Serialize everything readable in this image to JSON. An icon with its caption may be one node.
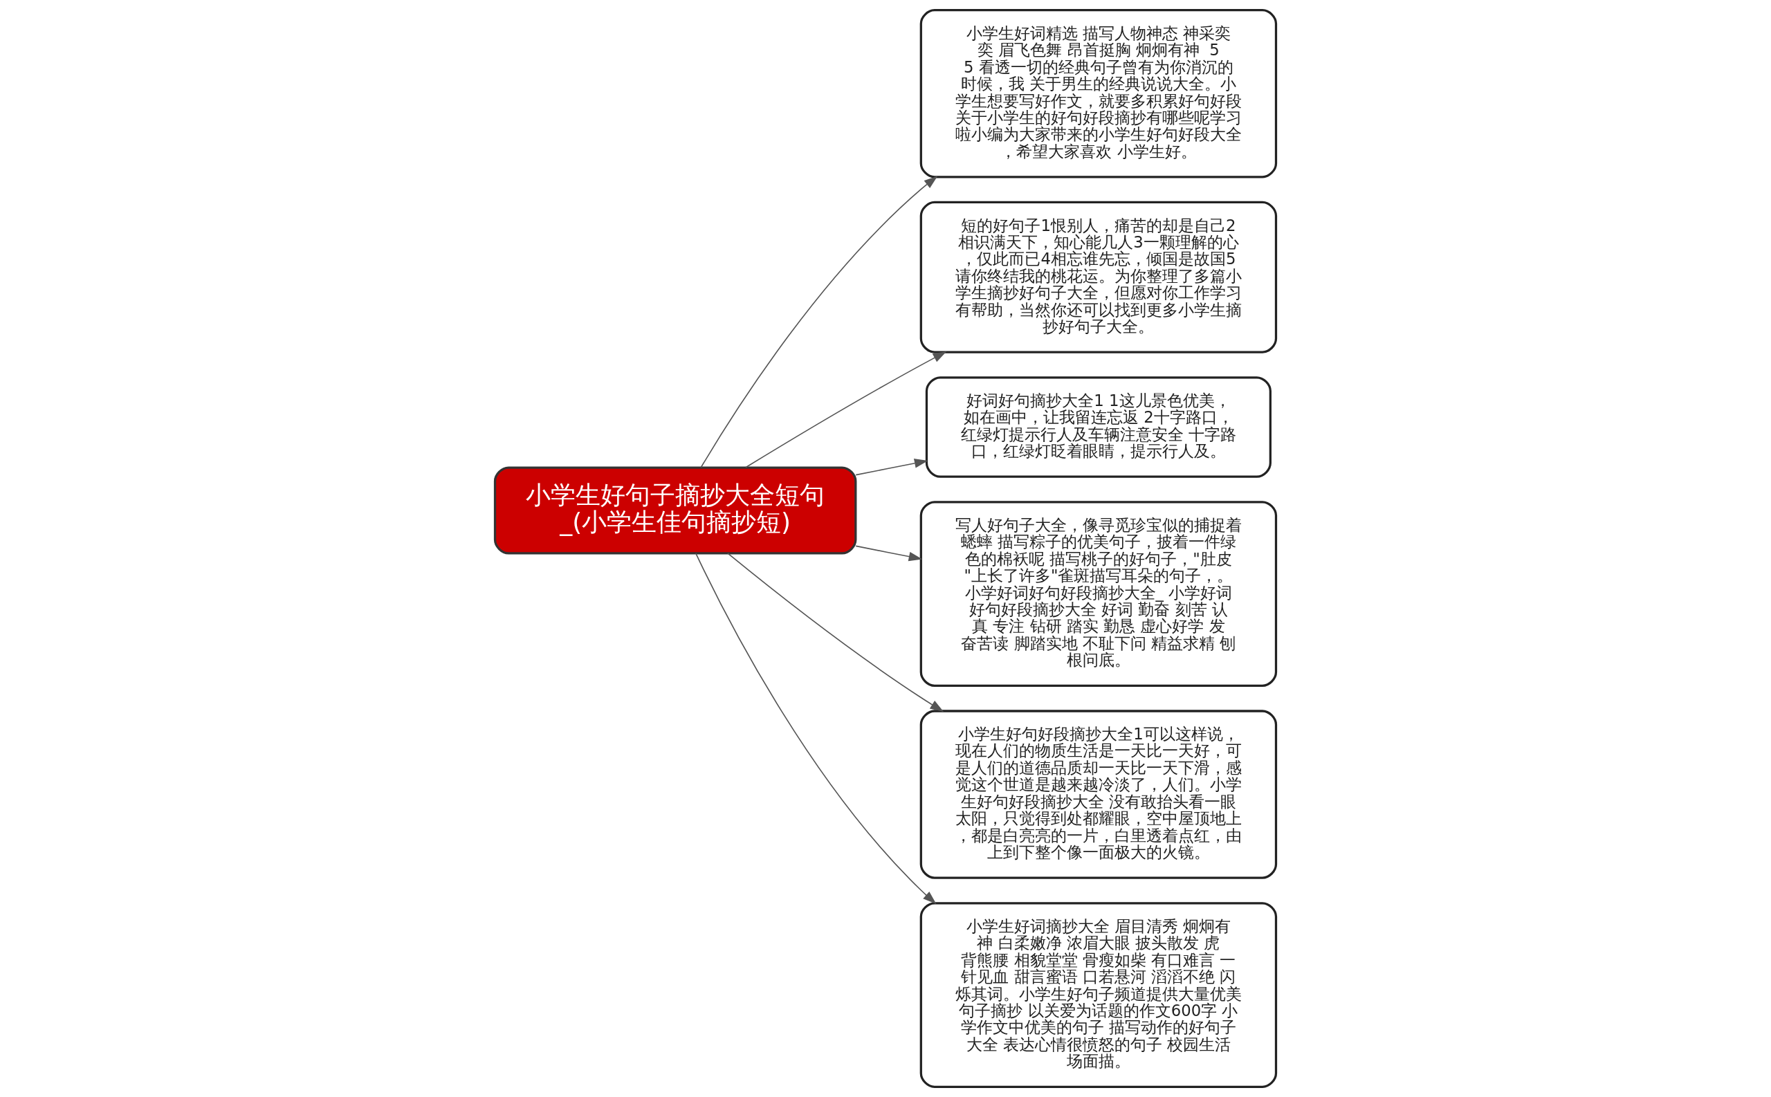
{
  "diagram": {
    "nodes": [
      {
        "text": [
          "小学生好句子摘抄大全短句_(小学生佳句摘抄短)"
        ]
      },
      {
        "text": [
          "小学生好词精选 描写人物神态 神采奕奕 眉飞色舞 昂首挺胸 炯炯有神  55 看透一切的经典句子曾有为你消沉的时候，我 关于男生的经典说说大全。小学生想要写好作文，就要多积累好句好段关于小学生的好句好段摘抄有哪些呢学习啦小编为大家带来的小学生好句好段大全，希望大家喜欢 小学生好。"
        ]
      },
      {
        "text": [
          "短的好句子1恨别人，痛苦的却是自己2相识满天下，知心能几人3一颗理解的心，仅此而已4相忘谁先忘，倾国是故国5请你终结我的桃花运。为你整理了多篇小学生摘抄好句子大全，但愿对你工作学习有帮助，当然你还可以找到更多小学生摘抄好句子大全。"
        ]
      },
      {
        "text": [
          "好词好句摘抄大全1 1这儿景色优美，如在画中，让我留连忘返 2十字路口，红绿灯提示行人及车辆注意安全 十字路口，红绿灯眨着眼睛，提示行人及。"
        ]
      },
      {
        "text": [
          "写人好句子大全，像寻觅珍宝似的捕捉着蟋蟀 描写粽子的优美句子，披着一件绿色的棉袄呢 描写桃子的好句子，\"肚皮\"上长了许多\"雀斑描写耳朵的句子，。小学好词好句好段摘抄大全_ 小学好词好句好段摘抄大全 好词 勤奋 刻苦 认真 专注 钻研 踏实 勤恳 虚心好学 发奋苦读 脚踏实地 不耻下问 精益求精 刨根问底。"
        ]
      },
      {
        "text": [
          "小学生好句好段摘抄大全1可以这样说，现在人们的物质生活是一天比一天好，可是人们的道德品质却一天比一天下滑，感觉这个世道是越来越冷淡了，人们。小学生好句好段摘抄大全 没有敢抬头看一眼太阳，只觉得到处都耀眼，空中屋顶地上，都是白亮亮的一片，白里透着点红，由上到下整个像一面极大的火镜。"
        ]
      },
      {
        "text": [
          "小学生好词摘抄大全 眉目清秀 炯炯有神 白柔嫩净 浓眉大眼 披头散发 虎背熊腰 相貌堂堂 骨瘦如柴 有口难言 一针见血 甜言蜜语 口若悬河 滔滔不绝 闪烁其词。小学生好句子频道提供大量优美句子摘抄 以关爱为话题的作文600字 小学作文中优美的句子 描写动作的好句子大全 表达心情很愤怒的句子 校园生活场面描。"
        ]
      }
    ],
    "edges": [
      {
        "from": 0,
        "to": 1,
        "arrow": "to"
      },
      {
        "from": 0,
        "to": 2,
        "arrow": "to"
      },
      {
        "from": 0,
        "to": 3,
        "arrow": "to"
      },
      {
        "from": 0,
        "to": 4,
        "arrow": "to"
      },
      {
        "from": 0,
        "to": 5,
        "arrow": "to"
      },
      {
        "from": 0,
        "to": 6,
        "arrow": "to"
      }
    ]
  }
}
